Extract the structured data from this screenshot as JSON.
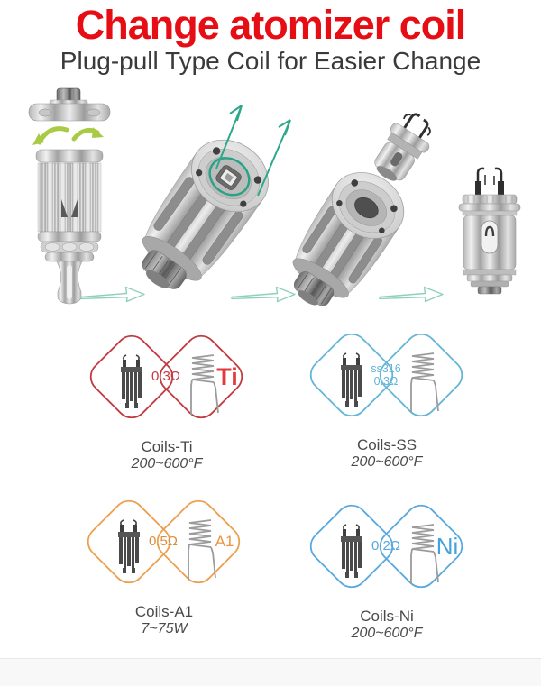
{
  "header": {
    "title": "Change atomizer coil",
    "title_color": "#e60e14",
    "subtitle": "Plug-pull Type Coil for Easier Change",
    "subtitle_color": "#3a3a3a"
  },
  "illustration": {
    "steps": [
      {
        "icon": "atomizer-assembled-icon"
      },
      {
        "icon": "atomizer-tilted-coil-highlighted-icon"
      },
      {
        "icon": "atomizer-coil-pulled-out-icon"
      },
      {
        "icon": "replacement-coil-head-icon"
      }
    ],
    "colors": {
      "rotate_arrow": "#a9cb44",
      "pull_arrow": "#2fa78b",
      "highlight_ring": "#2aa287",
      "step_arrow_outline": "#8fd0ba"
    }
  },
  "coils": [
    {
      "name": "Coils-Ti",
      "range": "200~600°F",
      "res_line1": "0.3Ω",
      "res_line2": "",
      "material": "Ti",
      "outline_color": "#c23a40",
      "res_color": "#c23a40",
      "material_color": "#e5383d"
    },
    {
      "name": "Coils-SS",
      "range": "200~600°F",
      "res_line1": "ss316",
      "res_line2": "0.3Ω",
      "material": "",
      "outline_color": "#64b5d8",
      "res_color": "#64b5d8",
      "material_color": "#64b5d8"
    },
    {
      "name": "Coils-A1",
      "range": "7~75W",
      "res_line1": "0.5Ω",
      "res_line2": "",
      "material": "A1",
      "outline_color": "#eca04f",
      "res_color": "#d98f3f",
      "material_color": "#ec9440"
    },
    {
      "name": "Coils-Ni",
      "range": "200~600°F",
      "res_line1": "0.2Ω",
      "res_line2": "",
      "material": "Ni",
      "outline_color": "#57a9de",
      "res_color": "#57a9de",
      "material_color": "#47a2dc"
    }
  ]
}
